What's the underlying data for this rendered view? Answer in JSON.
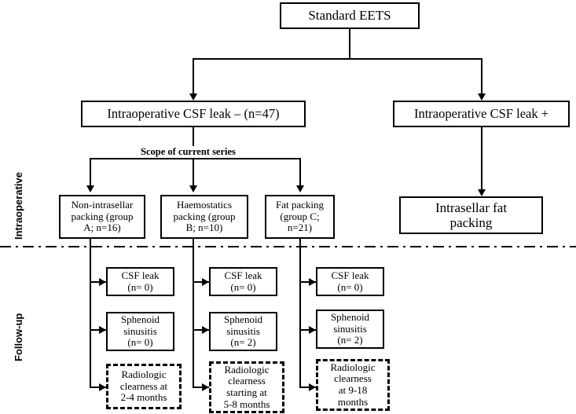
{
  "diagram": {
    "title_box": {
      "label": "Standard EETS"
    },
    "phase_labels": {
      "intraoperative": "Intraoperative",
      "followup": "Follow-up"
    },
    "scope_caption": "Scope of current  series",
    "level2": [
      {
        "id": "csf-leak-negative",
        "label": "Intraoperative CSF leak – (n=47)"
      },
      {
        "id": "csf-leak-positive",
        "label": "Intraoperative CSF leak +"
      }
    ],
    "treatment_groups": [
      {
        "id": "group-a",
        "line1": "Non-intrasellar",
        "line2": "packing (group",
        "line3": "A; n=16)"
      },
      {
        "id": "group-b",
        "line1": "Haemostatics",
        "line2": "packing (group",
        "line3": "B; n=10)"
      },
      {
        "id": "group-c",
        "line1": "Fat packing",
        "line2": "(group C;",
        "line3": "n=21)"
      }
    ],
    "positive_branch": {
      "id": "intrasellar-fat-packing",
      "line1": "Intrasellar fat",
      "line2": "packing"
    },
    "followup": {
      "column_a": {
        "csf_leak": {
          "line1": "CSF leak",
          "line2": "(n= 0)"
        },
        "sphenoid_sinusitis": {
          "line1": "Sphenoid",
          "line2": "sinusitis",
          "line3": "(n= 0)"
        },
        "radiologic": {
          "line1": "Radiologic",
          "line2": "clearness at",
          "line3": "2-4 months"
        }
      },
      "column_b": {
        "csf_leak": {
          "line1": "CSF leak",
          "line2": "(n= 0)"
        },
        "sphenoid_sinusitis": {
          "line1": "Sphenoid",
          "line2": "sinusitis",
          "line3": "(n= 2)"
        },
        "radiologic": {
          "line1": "Radiologic",
          "line2": "clearness",
          "line3": "starting at",
          "line4": "5-8 months"
        }
      },
      "column_c": {
        "csf_leak": {
          "line1": "CSF leak",
          "line2": "(n= 0)"
        },
        "sphenoid_sinusitis": {
          "line1": "Sphenoid",
          "line2": "sinusitis",
          "line3": "(n= 2)"
        },
        "radiologic": {
          "line1": "Radiologic",
          "line2": "clearness",
          "line3": "at 9-18",
          "line4": "months"
        }
      }
    },
    "colors": {
      "stroke": "#000000",
      "background": "#ffffff",
      "text": "#000000"
    }
  }
}
